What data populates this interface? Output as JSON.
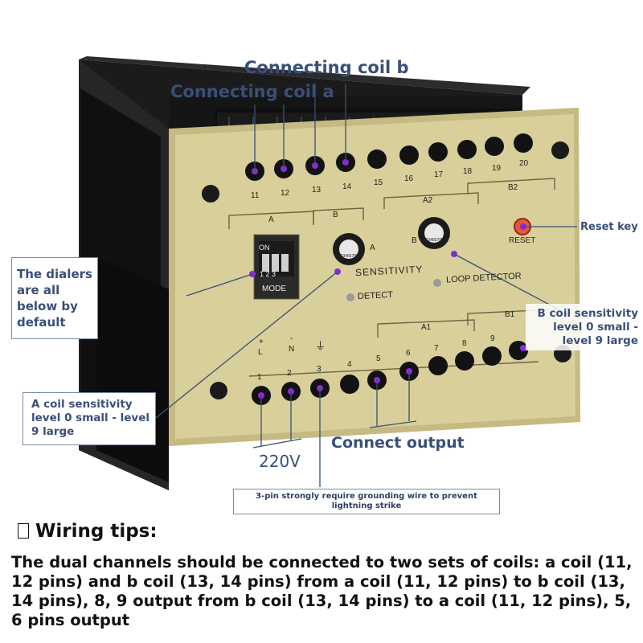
{
  "callouts": {
    "coil_b": "Connecting coil b",
    "coil_a": "Connecting coil a",
    "reset_key": "Reset key",
    "dialers": "The dialers are all below by default",
    "b_sens": "B coil sensitivity level 0 small - level 9 large",
    "a_sens": "A coil sensitivity level 0 small - level 9 large",
    "connect_output": "Connect output",
    "voltage": "220V",
    "grounding": "3-pin strongly require grounding wire to prevent lightning strike"
  },
  "device": {
    "top_pins": [
      "11",
      "12",
      "13",
      "14",
      "15",
      "16",
      "17",
      "18",
      "19",
      "20"
    ],
    "bottom_pins": [
      "1",
      "2",
      "3",
      "4",
      "5",
      "6",
      "7",
      "8",
      "9"
    ],
    "labels": {
      "relay_a": "A",
      "relay_b": "B",
      "relay_a2": "A2",
      "relay_b2": "B2",
      "relay_a1": "A1",
      "relay_b1": "B1",
      "sensitivity": "SENSITIVITY",
      "detect": "DETECT",
      "loop_detector": "LOOP DETECTOR",
      "reset": "RESET",
      "mode": "MODE",
      "dip_on": "ON",
      "dip_nums": "1 2 3",
      "dial_a": "A",
      "dial_b": "B",
      "pin_l": "L",
      "pin_n": "N",
      "pin_plus": "+",
      "pin_minus": "-"
    },
    "dial_digits": "0123456789"
  },
  "tips": {
    "title": "Wiring tips:",
    "body": "The dual channels should be connected to two sets of coils: a coil (11, 12 pins) and b coil (13, 14 pins) from a coil (11, 12 pins) to b coil (13, 14 pins), 8, 9 output from b coil (13, 14 pins) to a coil (11, 12 pins), 5, 6 pins output"
  },
  "colors": {
    "housing": "#1e1e1e",
    "panel": "#d8cf9a",
    "panel_edge": "#c4ba82",
    "callout_text": "#3a4f78",
    "marker": "#8a2bd6",
    "reset_button": "#e8553a"
  }
}
